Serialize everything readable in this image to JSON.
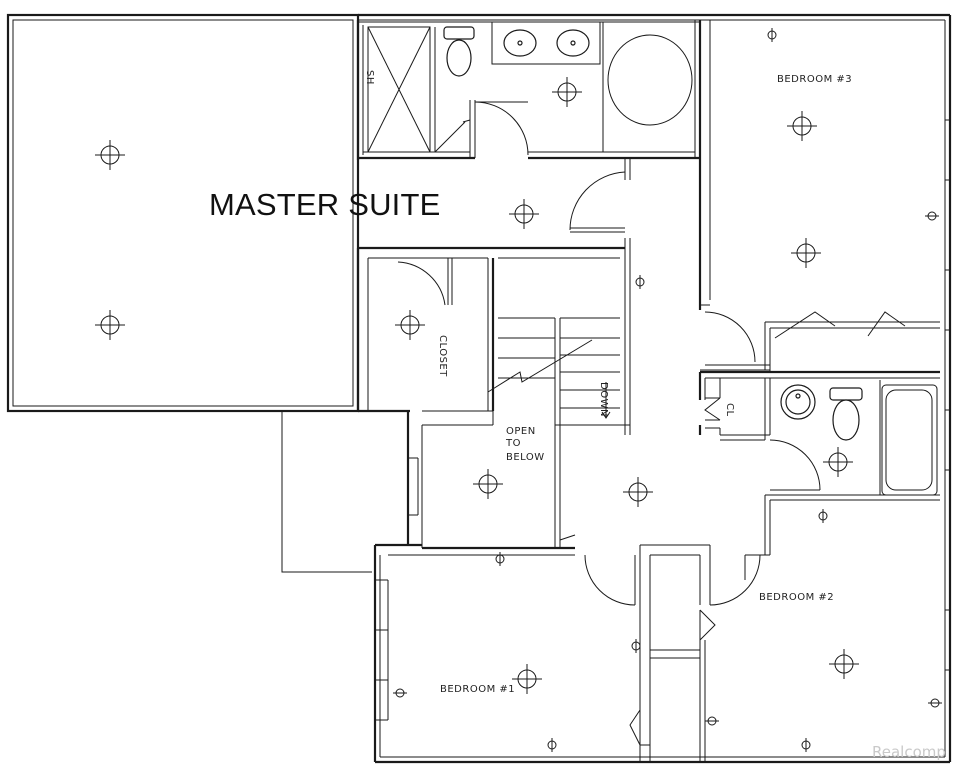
{
  "labels": {
    "master_suite": "MASTER SUITE",
    "bedroom_1": "BEDROOM #1",
    "bedroom_2": "BEDROOM #2",
    "bedroom_3": "BEDROOM #3",
    "closet": "CLOSET",
    "open_to_below_1": "OPEN",
    "open_to_below_2": "TO",
    "open_to_below_3": "BELOW",
    "down": "DOWN",
    "cl": "CL",
    "sh": "SH",
    "watermark": "Realcomp"
  },
  "icons": {
    "light": "ceiling-light-icon",
    "outlet": "wall-outlet-icon",
    "toilet": "toilet-icon",
    "sink": "sink-icon",
    "tub": "bathtub-icon"
  }
}
